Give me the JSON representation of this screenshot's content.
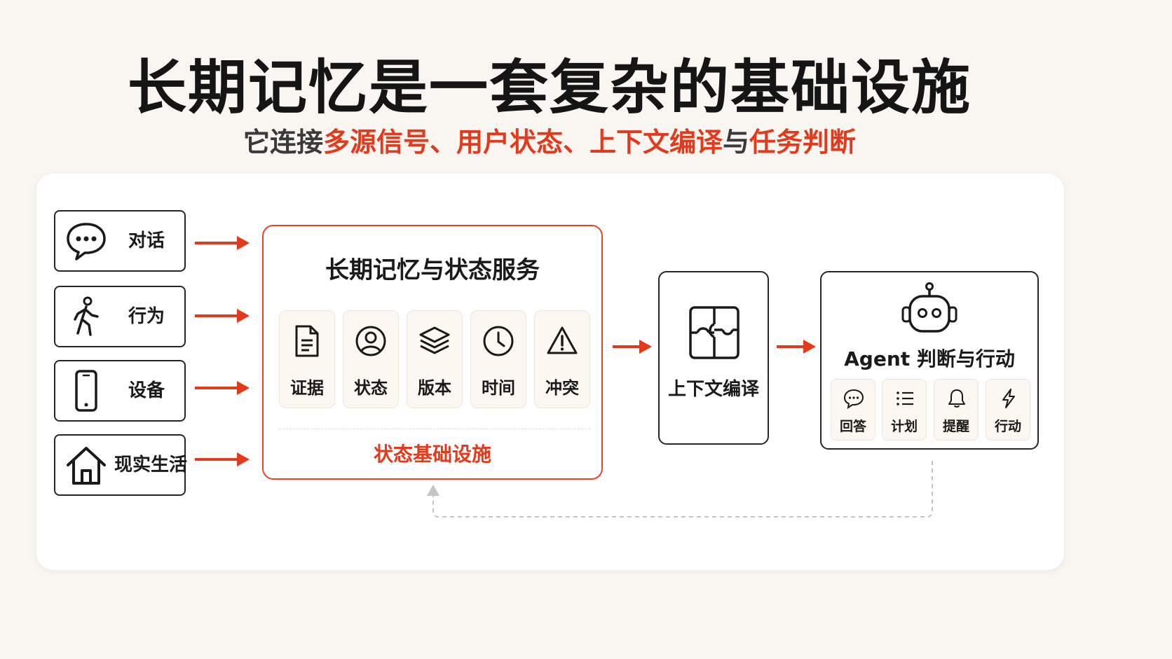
{
  "title": "长期记忆是一套复杂的基础设施",
  "subtitle": {
    "lead": "它连接",
    "part1": "多源信号、用户状态、上下文编译",
    "conj": "与",
    "part2": "任务判断"
  },
  "sources": [
    {
      "label": "对话",
      "icon": "speech-bubble-icon"
    },
    {
      "label": "行为",
      "icon": "walking-person-icon"
    },
    {
      "label": "设备",
      "icon": "phone-icon"
    },
    {
      "label": "现实生活",
      "icon": "house-icon"
    }
  ],
  "service": {
    "title": "长期记忆与状态服务",
    "items": [
      {
        "label": "证据",
        "icon": "document-icon"
      },
      {
        "label": "状态",
        "icon": "user-circle-icon"
      },
      {
        "label": "版本",
        "icon": "layers-icon"
      },
      {
        "label": "时间",
        "icon": "clock-icon"
      },
      {
        "label": "冲突",
        "icon": "warning-icon"
      }
    ],
    "footer": "状态基础设施"
  },
  "context": {
    "label": "上下文编译",
    "icon": "puzzle-icon"
  },
  "agent": {
    "title": "Agent 判断与行动",
    "icon": "robot-icon",
    "actions": [
      {
        "label": "回答",
        "icon": "chat-dots-icon"
      },
      {
        "label": "计划",
        "icon": "list-icon"
      },
      {
        "label": "提醒",
        "icon": "bell-icon"
      },
      {
        "label": "行动",
        "icon": "lightning-icon"
      }
    ]
  },
  "colors": {
    "accent": "#e23a1d",
    "background": "#f9f6f1",
    "tile_bg": "#fcf7f1",
    "border": "#262626",
    "feedback_line": "#bdbdbd"
  }
}
